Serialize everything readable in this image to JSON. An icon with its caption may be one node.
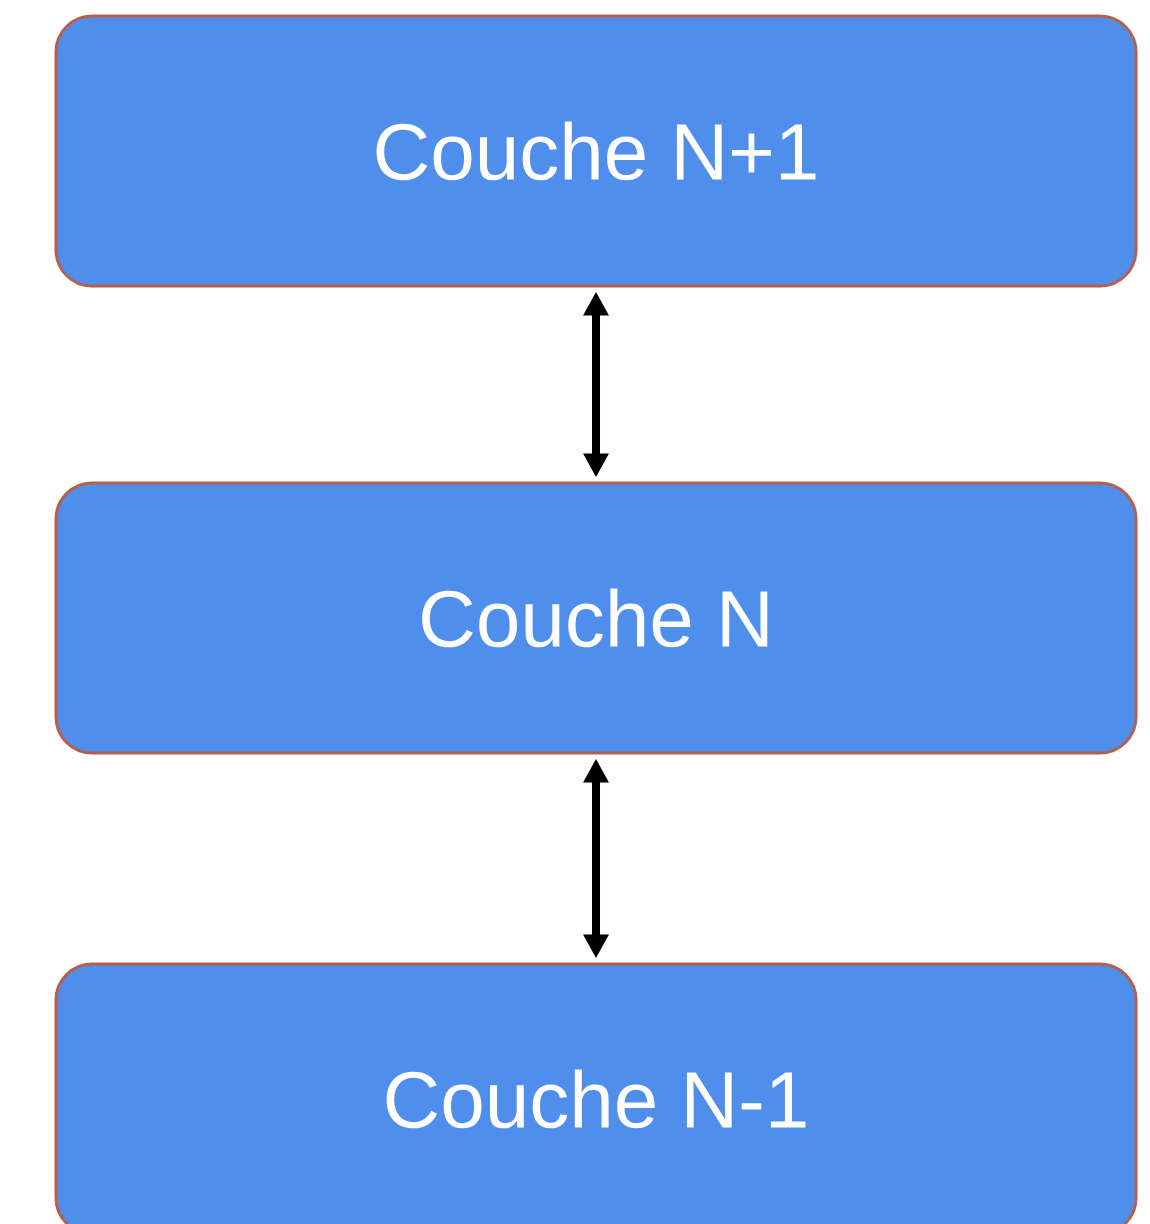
{
  "diagram": {
    "nodes": [
      {
        "text": [
          "Couche N+1"
        ]
      },
      {
        "text": [
          "Couche N"
        ]
      },
      {
        "text": [
          "Couche N-1"
        ]
      }
    ],
    "edges": [
      {
        "from": 0,
        "to": 1,
        "arrow": "both"
      },
      {
        "from": 1,
        "to": 2,
        "arrow": "both"
      }
    ]
  }
}
